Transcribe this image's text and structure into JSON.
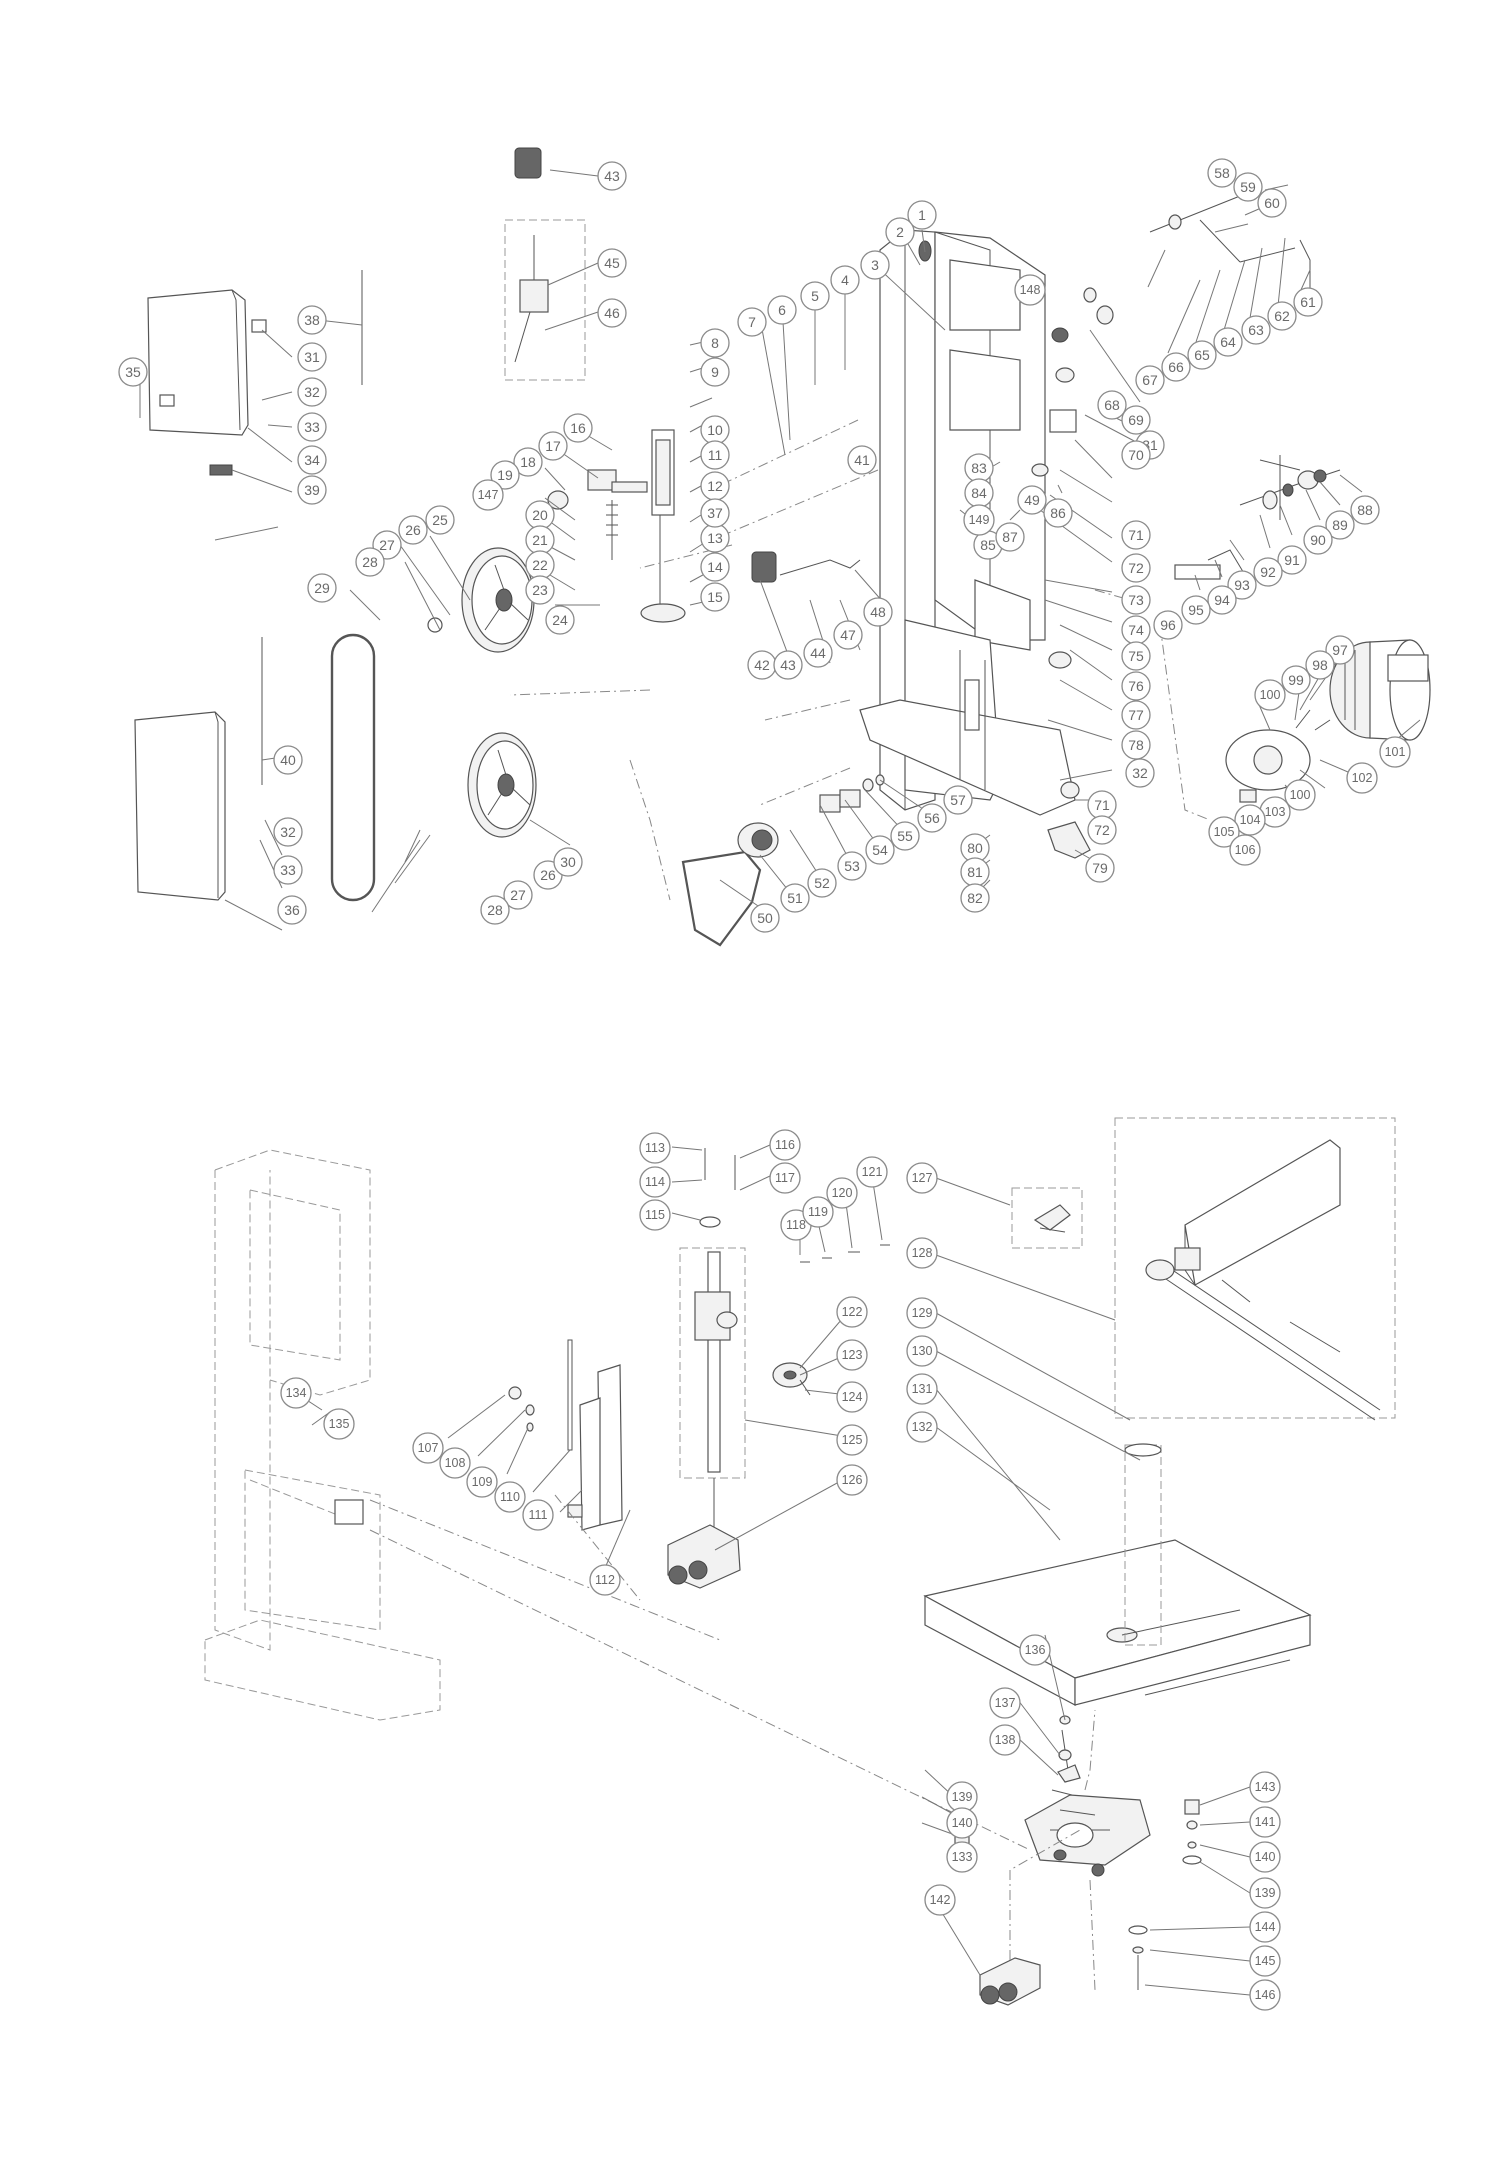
{
  "callouts": [
    "1",
    "2",
    "3",
    "4",
    "5",
    "6",
    "7",
    "8",
    "9",
    "10",
    "11",
    "12",
    "13",
    "14",
    "15",
    "16",
    "17",
    "18",
    "19",
    "20",
    "21",
    "22",
    "23",
    "24",
    "25",
    "26",
    "27",
    "28",
    "29",
    "30",
    "31",
    "32",
    "33",
    "34",
    "35",
    "36",
    "37",
    "38",
    "39",
    "40",
    "41",
    "42",
    "43",
    "44",
    "45",
    "46",
    "47",
    "48",
    "49",
    "50",
    "51",
    "52",
    "53",
    "54",
    "55",
    "56",
    "57",
    "58",
    "59",
    "60",
    "61",
    "62",
    "63",
    "64",
    "65",
    "66",
    "67",
    "68",
    "69",
    "70",
    "71",
    "72",
    "73",
    "74",
    "75",
    "76",
    "77",
    "78",
    "79",
    "80",
    "81",
    "82",
    "83",
    "84",
    "85",
    "86",
    "87",
    "88",
    "89",
    "90",
    "91",
    "92",
    "93",
    "94",
    "95",
    "96",
    "97",
    "98",
    "99",
    "100",
    "101",
    "102",
    "103",
    "104",
    "105",
    "106",
    "107",
    "108",
    "109",
    "110",
    "111",
    "112",
    "113",
    "114",
    "115",
    "116",
    "117",
    "118",
    "119",
    "120",
    "121",
    "122",
    "123",
    "124",
    "125",
    "126",
    "127",
    "128",
    "129",
    "130",
    "131",
    "132",
    "133",
    "134",
    "135",
    "136",
    "137",
    "138",
    "139",
    "140",
    "141",
    "142",
    "143",
    "144",
    "145",
    "146",
    "147",
    "148",
    "149"
  ],
  "duplicate_callouts": [
    "26",
    "27",
    "28",
    "31",
    "32",
    "33",
    "43",
    "71",
    "72",
    "100",
    "139",
    "140"
  ]
}
